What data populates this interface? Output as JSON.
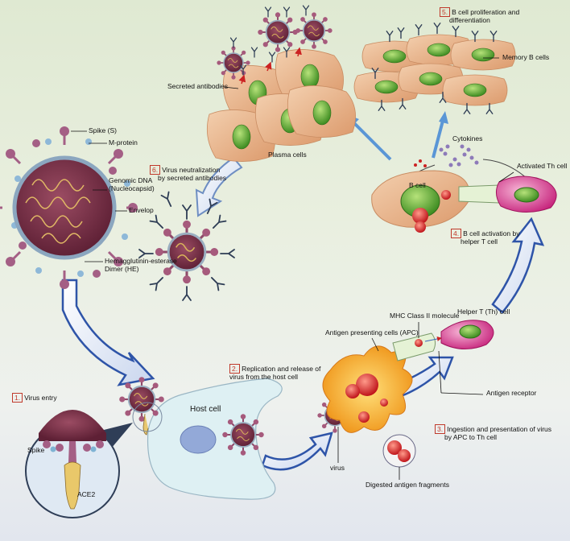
{
  "steps": {
    "s1": {
      "num": "1.",
      "text": "Virus entry"
    },
    "s2": {
      "num": "2.",
      "text1": "Replication and release of",
      "text2": "virus from the host cell"
    },
    "s3": {
      "num": "3.",
      "text1": "Ingestion and presentation of virus",
      "text2": "by APC to Th cell"
    },
    "s4": {
      "num": "4.",
      "text1": "B cell activation by",
      "text2": "helper T cell"
    },
    "s5": {
      "num": "5.",
      "text1": "B cell proliferation and",
      "text2": "differentiation"
    },
    "s6": {
      "num": "6.",
      "text1": "Virus neutralization",
      "text2": "by secreted antibodies"
    }
  },
  "virus_parts": {
    "spike": "Spike (S)",
    "mprotein": "M-protein",
    "genomic1": "Genomic DNA",
    "genomic2": "(Nucleocapsid)",
    "envelop": "Envelop",
    "he1": "Hemagglutinin-esterase",
    "he2": "Dimer (HE)"
  },
  "labels": {
    "secreted_antibodies": "Secreted antibodies",
    "plasma_cells": "Plasma cells",
    "memory_b_cells": "Memory B cells",
    "cytokines": "Cytokines",
    "b_cell": "B cell",
    "activated_th": "Activated Th cell",
    "helper_t": "Helper T (Th) cell",
    "mhc": "MHC Class II molecule",
    "apc": "Antigen presenting cells (APC)",
    "antigen_receptor": "Antigen receptor",
    "host_cell": "Host cell",
    "virus": "virus",
    "digested": "Digested antigen fragments",
    "spike_inset": "Spike",
    "ace2": "ACE2"
  },
  "colors": {
    "virus_body": "#7a3248",
    "spike": "#a65a7c",
    "cell_orange": "#e8b48a",
    "nucleus_green": "#6fb43a",
    "th_pink": "#e0539a",
    "apc_yellow": "#f2a72a",
    "arrow_blue": "#3a64b8",
    "host_cell": "#dff0f4"
  }
}
